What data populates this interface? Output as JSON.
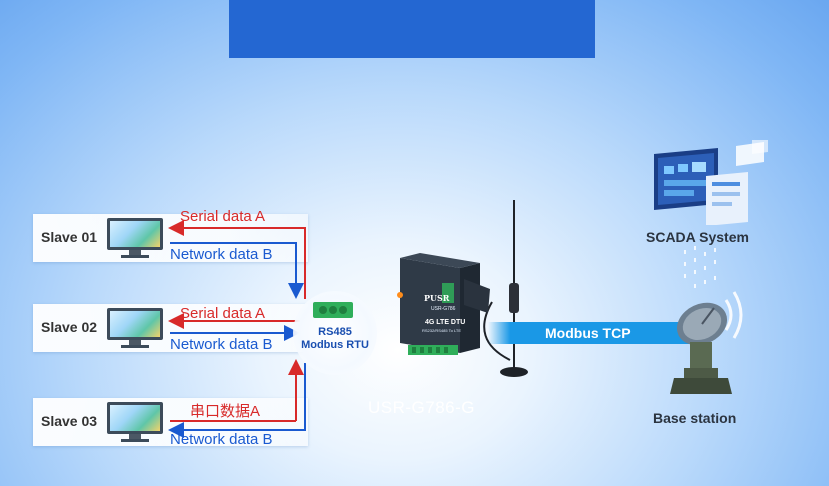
{
  "banner": {
    "text": ""
  },
  "slaves": [
    {
      "label": "Slave 01",
      "upper_text": "Serial data A",
      "lower_text": "Network data B"
    },
    {
      "label": "Slave 02",
      "upper_text": "Serial data A",
      "lower_text": "Network data B"
    },
    {
      "label": "Slave 03",
      "upper_text": "串口数据A",
      "lower_text": "Network data B"
    }
  ],
  "rs485": {
    "line1": "RS485",
    "line2": "Modbus RTU"
  },
  "device": {
    "brand": "PUSR",
    "model_small": "USR-G786",
    "title": "4G LTE DTU",
    "subtitle": "RS232/RS485 To LTE",
    "name": "USR-G786-G"
  },
  "link": {
    "label": "Modbus TCP"
  },
  "scada": {
    "label": "SCADA System"
  },
  "base_station": {
    "label": "Base station"
  },
  "colors": {
    "serial_arrow": "#d82a2a",
    "network_arrow": "#1a5ad0",
    "banner": "#2467d2",
    "modbus_bar": "#1a98e6"
  },
  "icons": {
    "slave": "computer-monitor-icon",
    "connector": "terminal-connector-icon",
    "dtu": "dtu-router-icon",
    "antenna": "antenna-icon",
    "scada": "scada-dashboard-icon",
    "base": "satellite-dish-icon"
  }
}
